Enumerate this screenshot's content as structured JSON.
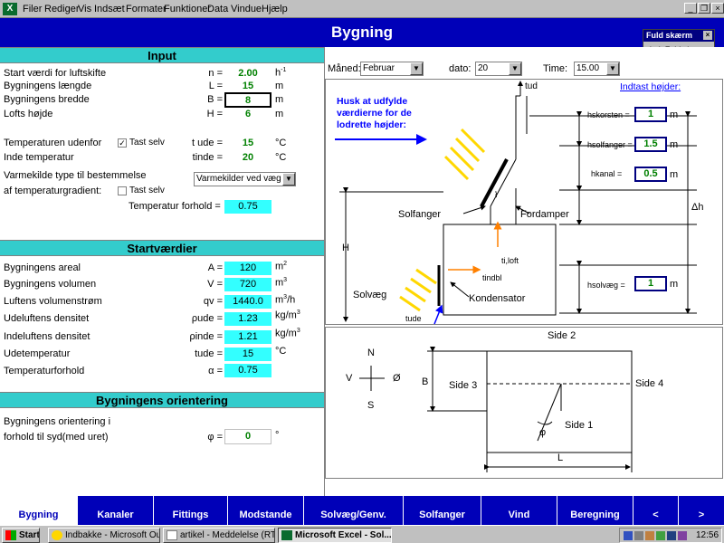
{
  "menu": {
    "items": [
      "Filer",
      "Rediger",
      "Vis",
      "Indsæt",
      "Formater",
      "Funktioner",
      "Data",
      "Vindue",
      "Hjælp"
    ],
    "app_icon": "excel-icon"
  },
  "title": "Bygning",
  "float_toolbar": {
    "title": "Fuld skærm",
    "button": "Luk Fuld skærm"
  },
  "input": {
    "header": "Input",
    "rows": [
      {
        "label": "Start værdi for luftskifte",
        "sym": "n =",
        "value": "2.00",
        "unit": "h-1"
      },
      {
        "label": "Bygningens længde",
        "sym": "L =",
        "value": "15",
        "unit": "m"
      },
      {
        "label": "Bygningens bredde",
        "sym": "B =",
        "value": "8",
        "unit": "m"
      },
      {
        "label": "Lofts højde",
        "sym": "H =",
        "value": "6",
        "unit": "m"
      }
    ],
    "temp_out_label": "Temperaturen udenfor",
    "tast_selv": "Tast selv",
    "temp_out_sym": "t ude =",
    "temp_out_value": "15",
    "temp_out_unit": "°C",
    "temp_in_label": "Inde temperatur",
    "temp_in_sym": "tinde =",
    "temp_in_value": "20",
    "temp_in_unit": "°C",
    "heat_label1": "Varmekilde type til bestemmelse",
    "heat_label2": "af temperaturgradient:",
    "heat_select": "Varmekilder ved væg",
    "ratio_label": "Temperatur forhold =",
    "ratio_value": "0.75"
  },
  "start": {
    "header": "Startværdier",
    "rows": [
      {
        "label": "Bygningens areal",
        "sym": "A =",
        "value": "120",
        "unit": "m2"
      },
      {
        "label": "Bygningens volumen",
        "sym": "V =",
        "value": "720",
        "unit": "m3"
      },
      {
        "label": "Luftens volumenstrøm",
        "sym": "qv =",
        "value": "1440.0",
        "unit": "m3/h"
      },
      {
        "label": "Udeluftens densitet",
        "sym": "ρude =",
        "value": "1.23",
        "unit": "kg/m3"
      },
      {
        "label": "Indeluftens densitet",
        "sym": "ρinde =",
        "value": "1.21",
        "unit": "kg/m3"
      },
      {
        "label": "Udetemperatur",
        "sym": "tude =",
        "value": "15",
        "unit": "°C"
      },
      {
        "label": "Temperaturforhold",
        "sym": "α =",
        "value": "0.75",
        "unit": ""
      }
    ]
  },
  "orient": {
    "header": "Bygningens orientering",
    "label1": "Bygningens orientering i",
    "label2": "forhold til syd(med uret)",
    "sym": "φ =",
    "value": "0",
    "unit": "°"
  },
  "controls": {
    "month_label": "Måned:",
    "month_value": "Februar",
    "date_label": "dato:",
    "date_value": "20",
    "time_label": "Time:",
    "time_value": "15.00"
  },
  "diagram": {
    "note": "Husk at udfylde værdierne for de lodrette højder:",
    "indtast": "Indtast højder:",
    "h_skorsten_label": "hskorsten =",
    "h_skorsten": "1",
    "h_solfanger_label": "hsolfanger =",
    "h_solfanger": "1.5",
    "h_kanal_label": "hkanal =",
    "h_kanal": "0.5",
    "h_solvaeg_label": "hsolvæg =",
    "h_solvaeg": "1",
    "unit_m": "m",
    "solfanger": "Solfanger",
    "fordamper": "Fordamper",
    "solvaeg": "Solvæg",
    "kondensator": "Kondensator",
    "t_ud": "tud",
    "t_loft": "ti,loft",
    "t_indbl": "tindbl",
    "t_ude": "tude",
    "H": "H",
    "delta_h": "Δh"
  },
  "plan": {
    "N": "N",
    "S": "S",
    "V": "V",
    "O": "Ø",
    "side1": "Side 1",
    "side2": "Side 2",
    "side3": "Side 3",
    "side4": "Side 4",
    "B": "B",
    "L": "L",
    "phi": "φ"
  },
  "tabs": [
    "Bygning",
    "Kanaler",
    "Fittings",
    "Modstande",
    "Solvæg/Genv.",
    "Solfanger",
    "Vind",
    "Beregning",
    "<",
    ">"
  ],
  "taskbar": {
    "start": "Start",
    "apps": [
      "Indbakke - Microsoft Outlo...",
      "artikel - Meddelelse (RTF)",
      "Microsoft Excel - Sol..."
    ],
    "clock": "12:56"
  },
  "colors": {
    "title_bg": "#0000b8",
    "section_bg": "#33cccc",
    "value_cyan": "#33ffff",
    "value_green": "#008000"
  }
}
